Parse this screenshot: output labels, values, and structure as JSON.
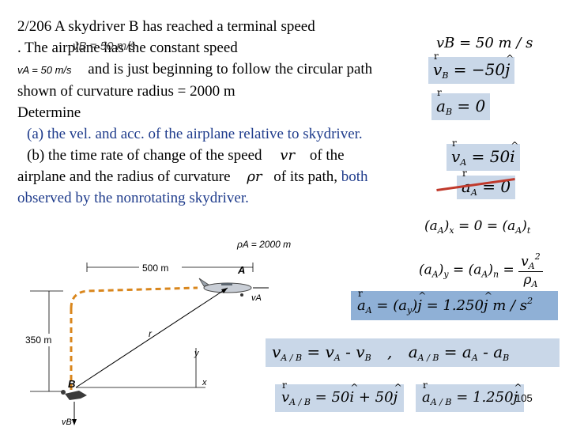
{
  "problem": {
    "line1": "2/206  A skydriver B has reached a terminal speed",
    "line2": ". The airplane has the constant speed",
    "line3": "and is just beginning to follow the circular path",
    "line4": "shown of curvature radius  = 2000 m",
    "line5": "Determine",
    "line6": "(a) the vel. and acc. of the airplane relative to skydriver.",
    "line7a": "(b) the time rate of change of the speed",
    "line7b": "of the",
    "line8a": "airplane and the radius of curvature",
    "line8b": "of its path,",
    "line8c": "both",
    "line9": "observed by the nonrotating skydriver.",
    "overlap_text": "vB = 50 m/s",
    "vA_inline": "vA = 50 m/s",
    "vr_symbol": "vr",
    "rho_symbol": "ρr"
  },
  "equations": {
    "vB_mag": "vB = 50  m / s",
    "vB_vec": "= −50",
    "aB": "= 0",
    "vA_vec": "= 50",
    "aA_zero": "= 0",
    "aAx": "= 0 = (a",
    "aAy": "= (a",
    "aAy_num": "v",
    "aA_result": "= (a",
    "aA_result_tail": "= 1.250",
    "aA_units": "m / s",
    "rel_v": "v",
    "rel_a": "a",
    "vAB": "= 50",
    "vAB_tail": "+ 50",
    "aAB": "= 1.250"
  },
  "diagram": {
    "rho_label": "ρA = 2000 m",
    "dist_500": "500 m",
    "dist_350": "350 m",
    "label_A": "A",
    "label_vA": "vA",
    "label_r": "r",
    "label_B": "B",
    "label_vB": "vB",
    "label_x": "x",
    "label_y": "y"
  },
  "page_number": "105"
}
